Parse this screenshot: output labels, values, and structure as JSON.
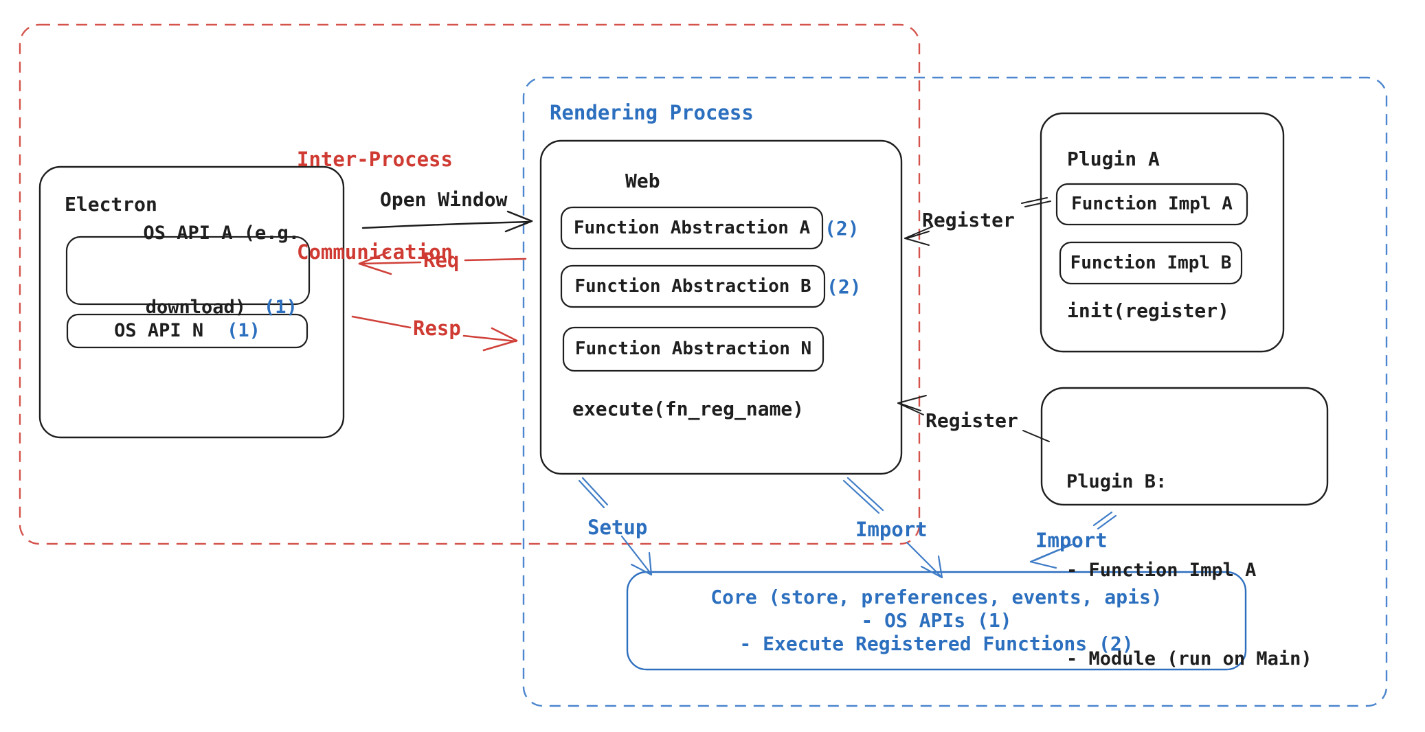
{
  "diagram": {
    "ipc_group": {
      "line1": "Inter-Process",
      "line2": "Communication"
    },
    "rendering_group": {
      "title": "Rendering Process"
    },
    "electron": {
      "title": "Electron",
      "os_api_a": {
        "line1": "OS API A (e.g.",
        "line2": "download)",
        "badge": "(1)"
      },
      "os_api_n": {
        "label": "OS API N",
        "badge": "(1)"
      }
    },
    "web": {
      "title": "Web",
      "fa_a": {
        "label": "Function Abstraction A",
        "badge": "(2)"
      },
      "fa_b": {
        "label": "Function Abstraction B",
        "badge": "(2)"
      },
      "fa_n": {
        "label": "Function Abstraction N"
      },
      "execute": "execute(fn_reg_name)"
    },
    "plugin_a": {
      "title": "Plugin A",
      "impl_a": "Function Impl A",
      "impl_b": "Function Impl B",
      "init": "init(register)"
    },
    "plugin_b": {
      "line1": "Plugin B:",
      "line2": "- Function Impl A",
      "line3": "- Module (run on Main)"
    },
    "core": {
      "line1": "Core (store, preferences, events, apis)",
      "line2": "- OS APIs (1)",
      "line3": "- Execute Registered Functions (2)"
    },
    "arrows": {
      "open_window": "Open Window",
      "req": "Req",
      "resp": "Resp",
      "register_top": "Register",
      "register_bottom": "Register",
      "setup": "Setup",
      "import_mid": "Import",
      "import_right": "Import"
    },
    "colors": {
      "red_text": "#cf3b33",
      "red_dash": "#d4544c",
      "blue_text": "#2b6fbe",
      "blue_dash": "#4b86cf",
      "black": "#1e1e1e"
    }
  }
}
